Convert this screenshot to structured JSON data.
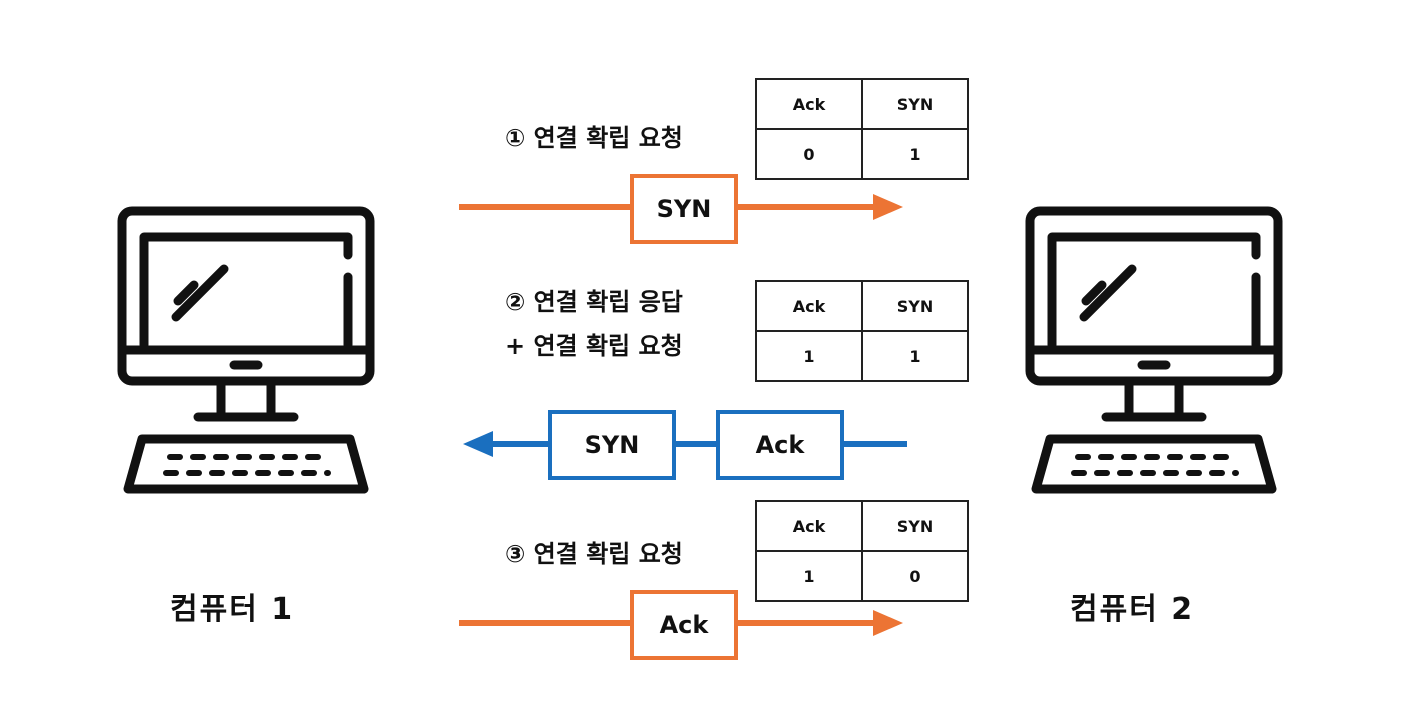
{
  "colors": {
    "orange": "#ec7434",
    "blue": "#1a6fbf",
    "line": "#111111"
  },
  "computers": [
    {
      "label": "컴퓨터 1",
      "icon": "desktop-computer-icon"
    },
    {
      "label": "컴퓨터 2",
      "icon": "desktop-computer-icon"
    }
  ],
  "steps": [
    {
      "lines": [
        "① 연결 확립 요청"
      ],
      "direction": "right",
      "packets": [
        "SYN"
      ],
      "flags": {
        "headers": [
          "Ack",
          "SYN"
        ],
        "values": [
          "0",
          "1"
        ]
      }
    },
    {
      "lines": [
        "② 연결 확립 응답",
        "+ 연결 확립 요청"
      ],
      "direction": "left",
      "packets": [
        "SYN",
        "Ack"
      ],
      "flags": {
        "headers": [
          "Ack",
          "SYN"
        ],
        "values": [
          "1",
          "1"
        ]
      }
    },
    {
      "lines": [
        "③ 연결 확립 요청"
      ],
      "direction": "right",
      "packets": [
        "Ack"
      ],
      "flags": {
        "headers": [
          "Ack",
          "SYN"
        ],
        "values": [
          "1",
          "0"
        ]
      }
    }
  ]
}
